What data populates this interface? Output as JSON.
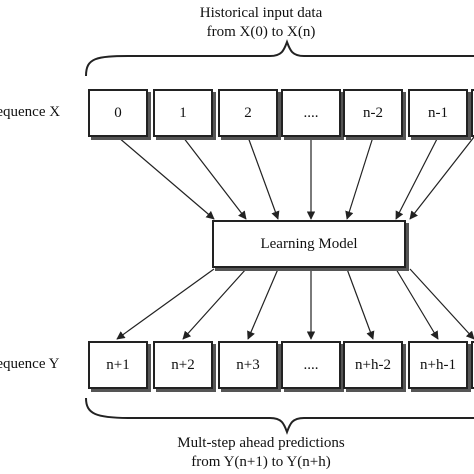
{
  "input_caption": [
    "Historical input data",
    "from X(0) to X(n)"
  ],
  "output_caption": [
    "Mult-step ahead predictions",
    "from Y(n+1) to Y(n+h)"
  ],
  "sequence_x": {
    "label": "Sequence X",
    "cells": [
      "0",
      "1",
      "2",
      "....",
      "n-2",
      "n-1"
    ]
  },
  "model": {
    "label": "Learning Model"
  },
  "sequence_y": {
    "label": "Sequence Y",
    "cells": [
      "n+1",
      "n+2",
      "n+3",
      "....",
      "n+h-2",
      "n+h-1"
    ]
  }
}
